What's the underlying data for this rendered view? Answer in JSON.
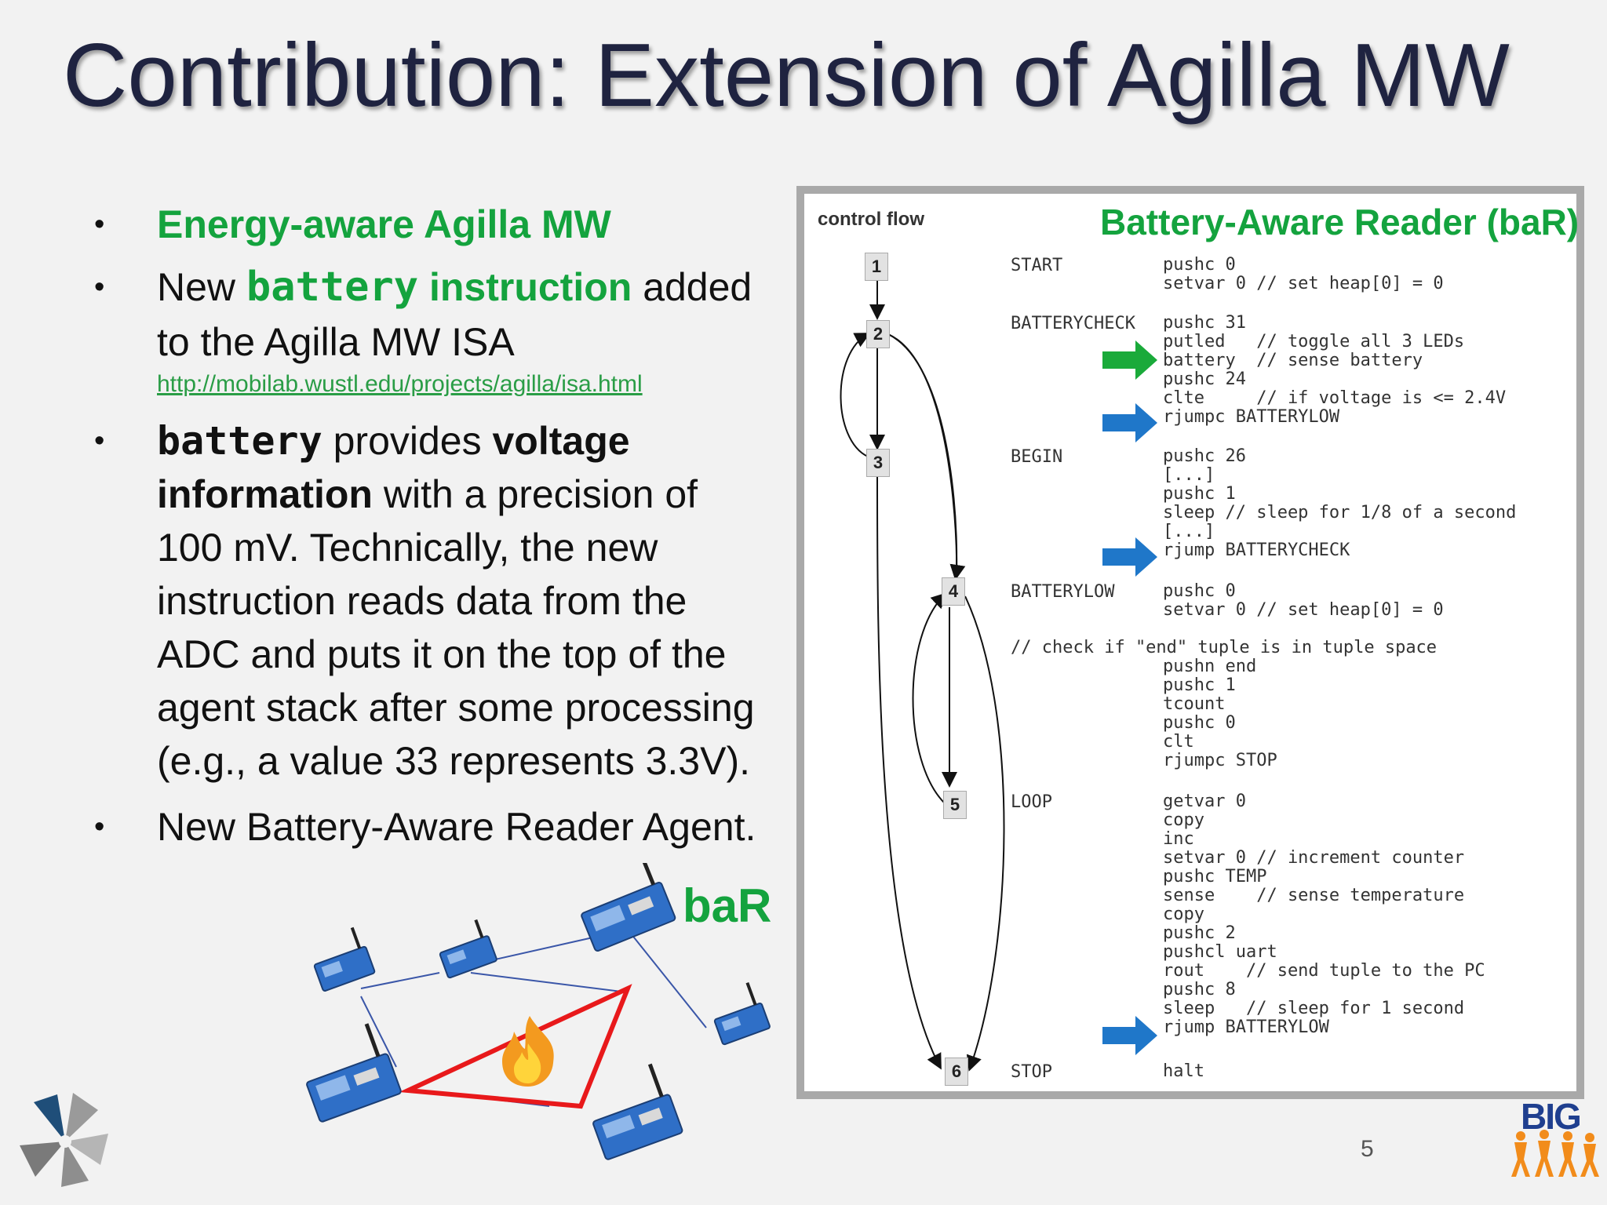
{
  "title": "Contribution: Extension of Agilla MW",
  "bullets": {
    "b1": "Energy-aware Agilla MW",
    "b2_pre": "New ",
    "b2_code": "battery",
    "b2_green": " instruction",
    "b2_post": " added",
    "b2_line2": "to the Agilla MW ISA",
    "b2_link": "http://mobilab.wustl.edu/projects/agilla/isa.html",
    "b3_code": "battery",
    "b3_a": " provides ",
    "b3_bold1": "voltage",
    "b3_bold2": "information",
    "b3_b": " with a precision of",
    "b3_l3": "100 mV. Technically, the new",
    "b3_l4": "instruction reads data from the",
    "b3_l5": "ADC and puts it on the top of the",
    "b3_l6": "agent stack after some processing",
    "b3_l7": "(e.g.,  a value 33 represents 3.3V).",
    "b4": "New Battery-Aware Reader Agent."
  },
  "network_label": "baR",
  "panel": {
    "label": "control flow",
    "title": "Battery-Aware Reader (baR)",
    "nodes": [
      "1",
      "2",
      "3",
      "4",
      "5",
      "6"
    ],
    "labels": [
      "START",
      "BATTERYCHECK",
      "BEGIN",
      "BATTERYLOW",
      "LOOP",
      "STOP"
    ],
    "code": [
      "pushc 0",
      "setvar 0 // set heap[0] = 0",
      "pushc 31",
      "putled   // toggle all 3 LEDs",
      "battery  // sense battery",
      "pushc 24",
      "clte     // if voltage is <= 2.4V",
      "rjumpc BATTERYLOW",
      "pushc 26",
      "[...]",
      "pushc 1",
      "sleep // sleep for 1/8 of a second",
      "[...]",
      "rjump BATTERYCHECK",
      "pushc 0",
      "setvar 0 // set heap[0] = 0",
      "// check if \"end\" tuple is in tuple space",
      "pushn end",
      "pushc 1",
      "tcount",
      "pushc 0",
      "clt",
      "rjumpc STOP",
      "getvar 0",
      "copy",
      "inc",
      "setvar 0 // increment counter",
      "pushc TEMP",
      "sense    // sense temperature",
      "copy",
      "pushc 2",
      "pushcl uart",
      "rout    // send tuple to the PC",
      "pushc 8",
      "sleep   // sleep for 1 second",
      "rjump BATTERYLOW",
      "halt"
    ]
  },
  "page_number": "5",
  "logo_text": "BIG",
  "colors": {
    "green": "#14a33e",
    "title": "#1f2340",
    "arrow_green": "#1aaa3a",
    "arrow_blue": "#1f77c9",
    "red": "#e8191b"
  }
}
